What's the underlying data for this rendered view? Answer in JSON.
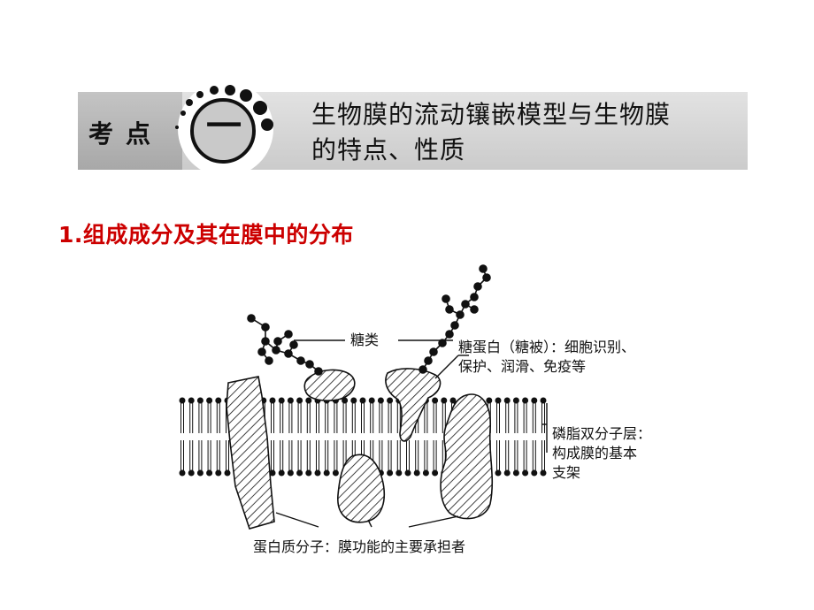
{
  "header": {
    "label": "考点",
    "number": "一",
    "title_line1": "生物膜的流动镶嵌模型与生物膜",
    "title_line2": "的特点、性质"
  },
  "section": {
    "heading": "1.组成成分及其在膜中的分布"
  },
  "diagram": {
    "sugar_label": "糖类",
    "glycoprotein_line1": "糖蛋白（糖被）：细胞识别、",
    "glycoprotein_line2": "保护、润滑、免疫等",
    "bilayer_line1": "磷脂双分子层：",
    "bilayer_line2": "构成膜的基本",
    "bilayer_line3": "支架",
    "protein_label": "蛋白质分子：膜功能的主要承担者"
  }
}
